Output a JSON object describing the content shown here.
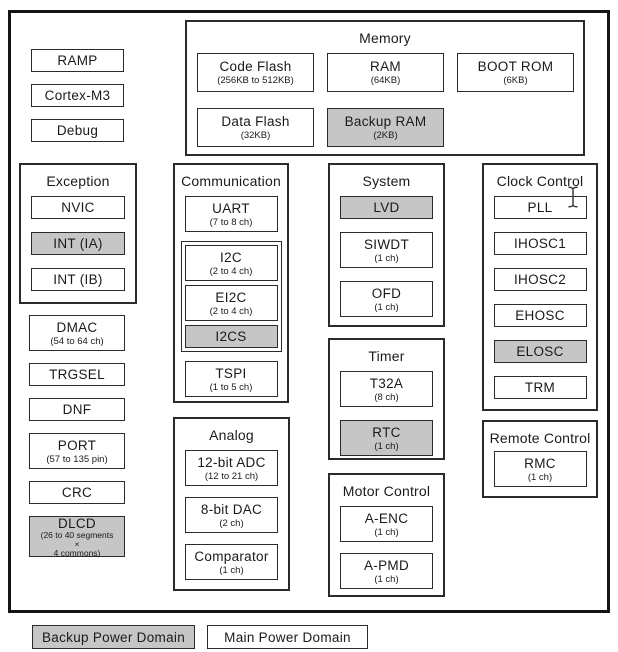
{
  "colors": {
    "backup_domain_fill": "#c6c6c6",
    "main_domain_fill": "#ffffff",
    "line": "#2b2b2b"
  },
  "cpu_column": {
    "boxes": [
      {
        "label": "RAMP"
      },
      {
        "label": "Cortex-M3"
      },
      {
        "label": "Debug"
      }
    ]
  },
  "peripheral_column": {
    "boxes": [
      {
        "label": "DMAC",
        "sublines": [
          "(54 to 64 ch)"
        ]
      },
      {
        "label": "TRGSEL"
      },
      {
        "label": "DNF"
      },
      {
        "label": "PORT",
        "sublines": [
          "(57 to 135 pin)"
        ]
      },
      {
        "label": "CRC"
      },
      {
        "label": "DLCD",
        "sublines": [
          "(26 to 40 segments",
          "×",
          "4 commons)"
        ],
        "gray": true
      }
    ]
  },
  "groups": {
    "memory": {
      "title": "Memory",
      "boxes": [
        {
          "label": "Code Flash",
          "sublines": [
            "(256KB to 512KB)"
          ]
        },
        {
          "label": "RAM",
          "sublines": [
            "(64KB)"
          ]
        },
        {
          "label": "BOOT ROM",
          "sublines": [
            "(6KB)"
          ]
        },
        {
          "label": "Data Flash",
          "sublines": [
            "(32KB)"
          ]
        },
        {
          "label": "Backup RAM",
          "sublines": [
            "(2KB)"
          ],
          "gray": true
        }
      ]
    },
    "exception": {
      "title": "Exception",
      "boxes": [
        {
          "label": "NVIC"
        },
        {
          "label": "INT (IA)",
          "gray": true
        },
        {
          "label": "INT (IB)"
        }
      ]
    },
    "communication": {
      "title": "Communication",
      "top_boxes": [
        {
          "label": "UART",
          "sublines": [
            "(7 to 8 ch)"
          ]
        }
      ],
      "cluster_boxes": [
        {
          "label": "I2C",
          "sublines": [
            "(2 to 4 ch)"
          ]
        },
        {
          "label": "EI2C",
          "sublines": [
            "(2 to 4 ch)"
          ]
        },
        {
          "label": "I2CS",
          "gray": true
        }
      ],
      "bottom_boxes": [
        {
          "label": "TSPI",
          "sublines": [
            "(1 to 5 ch)"
          ]
        }
      ]
    },
    "analog": {
      "title": "Analog",
      "boxes": [
        {
          "label": "12-bit ADC",
          "sublines": [
            "(12 to 21 ch)"
          ]
        },
        {
          "label": "8-bit DAC",
          "sublines": [
            "(2 ch)"
          ]
        },
        {
          "label": "Comparator",
          "sublines": [
            "(1 ch)"
          ]
        }
      ]
    },
    "system": {
      "title": "System",
      "boxes": [
        {
          "label": "LVD",
          "gray": true
        },
        {
          "label": "SIWDT",
          "sublines": [
            "(1 ch)"
          ]
        },
        {
          "label": "OFD",
          "sublines": [
            "(1 ch)"
          ]
        }
      ]
    },
    "timer": {
      "title": "Timer",
      "boxes": [
        {
          "label": "T32A",
          "sublines": [
            "(8 ch)"
          ]
        },
        {
          "label": "RTC",
          "sublines": [
            "(1 ch)"
          ],
          "gray": true
        }
      ]
    },
    "motor_control": {
      "title": "Motor Control",
      "boxes": [
        {
          "label": "A-ENC",
          "sublines": [
            "(1 ch)"
          ]
        },
        {
          "label": "A-PMD",
          "sublines": [
            "(1 ch)"
          ]
        }
      ]
    },
    "clock_control": {
      "title": "Clock Control",
      "boxes": [
        {
          "label": "PLL"
        },
        {
          "label": "IHOSC1"
        },
        {
          "label": "IHOSC2"
        },
        {
          "label": "EHOSC"
        },
        {
          "label": "ELOSC",
          "gray": true
        },
        {
          "label": "TRM"
        }
      ]
    },
    "remote_control": {
      "title": "Remote Control",
      "boxes": [
        {
          "label": "RMC",
          "sublines": [
            "(1 ch)"
          ]
        }
      ]
    }
  },
  "legend": {
    "items": [
      {
        "label": "Backup Power Domain",
        "gray": true
      },
      {
        "label": "Main Power Domain"
      }
    ]
  },
  "cursor": {
    "type": "i-beam-text-cursor"
  }
}
